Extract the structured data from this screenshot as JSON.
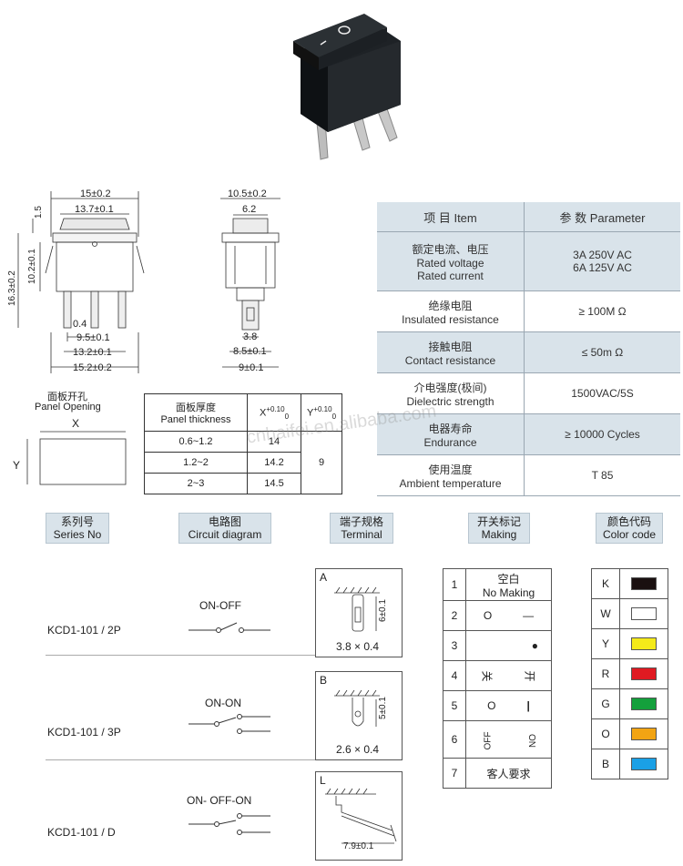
{
  "dimensions": {
    "front": {
      "w15": "15±0.2",
      "w137": "13.7±0.1",
      "h15": "1.5",
      "h102": "10.2±0.1",
      "h163": "16.3±0.2",
      "pin04": "0.4",
      "pin95": "9.5±0.1",
      "w132": "13.2±0.1",
      "w152": "15.2±0.2"
    },
    "side": {
      "w105": "10.5±0.2",
      "w62": "6.2",
      "w38": "3.8",
      "w85": "8.5±0.1",
      "w9": "9±0.1"
    }
  },
  "panel_opening": {
    "title_cn": "面板开孔",
    "title_en": "Panel Opening",
    "x_label": "X",
    "y_label": "Y"
  },
  "thickness_table": {
    "header_cn": "面板厚度",
    "header_en": "Panel thickness",
    "x_head": "X",
    "x_sup": "+0.10",
    "x_sub": "0",
    "y_head": "Y",
    "y_sup": "+0.10",
    "y_sub": "0",
    "rows": [
      {
        "range": "0.6~1.2",
        "x": "14"
      },
      {
        "range": "1.2~2",
        "x": "14.2"
      },
      {
        "range": "2~3",
        "x": "14.5"
      }
    ],
    "y_value": "9"
  },
  "params": {
    "header_item": "项 目  Item",
    "header_param": "参 数  Parameter",
    "rows": [
      {
        "cn": "额定电流、电压",
        "en": "Rated voltage",
        "en2": "Rated current",
        "v1": "3A 250V AC",
        "v2": "6A 125V AC"
      },
      {
        "cn": "绝缘电阻",
        "en": "Insulated resistance",
        "v1": "≥ 100M Ω"
      },
      {
        "cn": "接触电阻",
        "en": "Contact resistance",
        "v1": "≤ 50m Ω"
      },
      {
        "cn": "介电强度(极间)",
        "en": "Dielectric strength",
        "v1": "1500VAC/5S"
      },
      {
        "cn": "电器寿命",
        "en": "Endurance",
        "v1": "≥ 10000 Cycles"
      },
      {
        "cn": "使用温度",
        "en": "Ambient temperature",
        "v1": "T 85"
      }
    ]
  },
  "watermark": "cnhaifei.en.alibaba.com",
  "sections": {
    "series": {
      "cn": "系列号",
      "en": "Series No"
    },
    "circuit": {
      "cn": "电路图",
      "en": "Circuit diagram"
    },
    "terminal": {
      "cn": "端子规格",
      "en": "Terminal"
    },
    "making": {
      "cn": "开关标记",
      "en": "Making"
    },
    "color": {
      "cn": "颜色代码",
      "en": "Color code"
    }
  },
  "series_items": [
    {
      "name": "KCD1-101 / 2P",
      "circuit": "ON-OFF"
    },
    {
      "name": "KCD1-101 / 3P",
      "circuit": "ON-ON"
    },
    {
      "name": "KCD1-101 / D",
      "circuit": "ON- OFF-ON"
    }
  ],
  "terminals": [
    {
      "letter": "A",
      "size": "3.8 × 0.4",
      "dim": "6±0.1"
    },
    {
      "letter": "B",
      "size": "2.6 × 0.4",
      "dim": "5±0.1"
    },
    {
      "letter": "L",
      "size": "7.9±0.1"
    }
  ],
  "making_rows": [
    {
      "n": "1",
      "a": "空白",
      "b": "No Making"
    },
    {
      "n": "2",
      "a": "O",
      "b": "—"
    },
    {
      "n": "3",
      "a": "",
      "b": "●"
    },
    {
      "n": "4",
      "a": "关",
      "b": "开"
    },
    {
      "n": "5",
      "a": "O",
      "b": "|"
    },
    {
      "n": "6",
      "a": "OFF",
      "b": "ON"
    },
    {
      "n": "7",
      "a": "客人要求",
      "b": ""
    }
  ],
  "color_rows": [
    {
      "code": "K",
      "color": "#1a1010"
    },
    {
      "code": "W",
      "color": "#ffffff"
    },
    {
      "code": "Y",
      "color": "#f4ea1a"
    },
    {
      "code": "R",
      "color": "#e01a22"
    },
    {
      "code": "G",
      "color": "#14a03c"
    },
    {
      "code": "O",
      "color": "#f2a413"
    },
    {
      "code": "B",
      "color": "#1aa0e6"
    }
  ]
}
